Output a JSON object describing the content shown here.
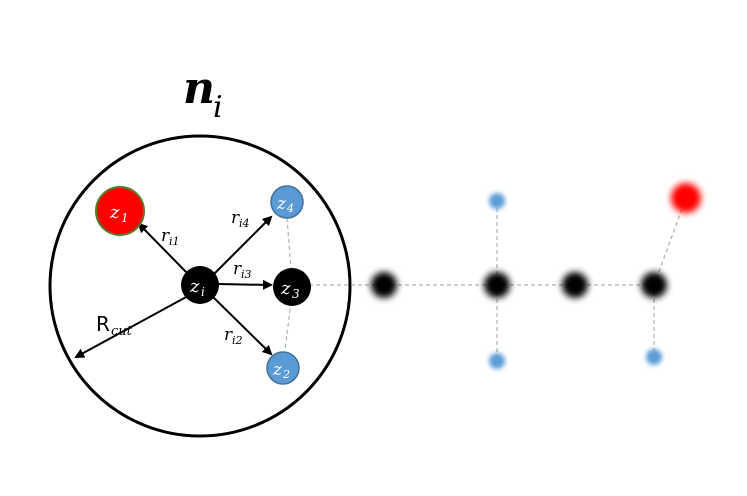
{
  "title": {
    "symbol": "n",
    "subscript": "i"
  },
  "atoms": {
    "center": {
      "label": "z",
      "sub": "i"
    },
    "z1": {
      "label": "z",
      "sub": "1"
    },
    "z2": {
      "label": "z",
      "sub": "2"
    },
    "z3": {
      "label": "z",
      "sub": "3"
    },
    "z4": {
      "label": "z",
      "sub": "4"
    }
  },
  "edges": {
    "ri1": {
      "label": "r",
      "sub": "i1"
    },
    "ri2": {
      "label": "r",
      "sub": "i2"
    },
    "ri3": {
      "label": "r",
      "sub": "i3"
    },
    "ri4": {
      "label": "r",
      "sub": "i4"
    },
    "rcut": {
      "label": "R",
      "sub": "cut"
    }
  },
  "colors": {
    "neighborhood_outline": "#000000",
    "center_atom": "#000000",
    "heavy_atom": "#000000",
    "red_atom": "#ff0000",
    "red_atom_outline": "#5a7a2a",
    "blue_atom": "#5b9bd5",
    "blue_atom_outline": "#41719c",
    "bond_dashed": "#b0b0b0",
    "arrow": "#000000"
  }
}
